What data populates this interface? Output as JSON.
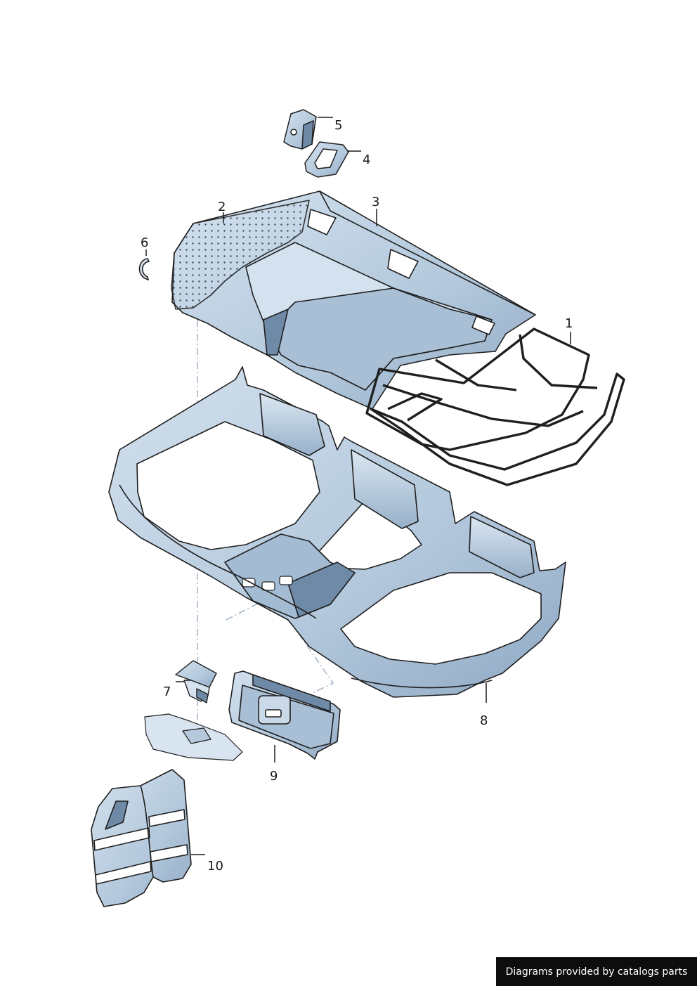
{
  "callouts": [
    {
      "id": "1",
      "label": "1"
    },
    {
      "id": "2",
      "label": "2"
    },
    {
      "id": "3",
      "label": "3"
    },
    {
      "id": "4",
      "label": "4"
    },
    {
      "id": "5",
      "label": "5"
    },
    {
      "id": "6",
      "label": "6"
    },
    {
      "id": "7",
      "label": "7"
    },
    {
      "id": "8",
      "label": "8"
    },
    {
      "id": "9",
      "label": "9"
    },
    {
      "id": "10",
      "label": "10"
    }
  ],
  "credit": "Diagrams provided by catalogs parts",
  "colors": {
    "part_fill": "#bfd2e4",
    "part_shade": "#8fa9c4",
    "part_dark": "#5f7a96",
    "outline": "#1f1f1f",
    "leader_line": "#1a1a1a",
    "dashed_line": "#8aa0b8",
    "credit_bg": "#0d0d0d",
    "credit_text": "#ffffff"
  }
}
